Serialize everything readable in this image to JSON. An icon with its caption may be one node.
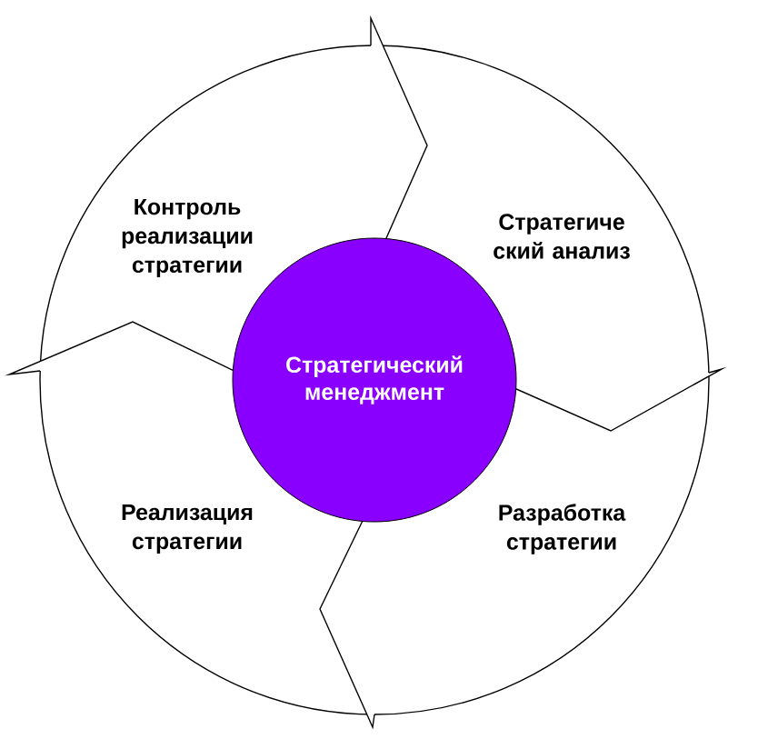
{
  "diagram": {
    "nodes": [
      {
        "text": [
          "Стратегический менеджмент"
        ]
      },
      {
        "text": [
          "Стратегиче ский анализ"
        ]
      },
      {
        "text": [
          "Разработка стратегии"
        ]
      },
      {
        "text": [
          "Реализация стратегии"
        ]
      },
      {
        "text": [
          "Контроль реализации стратегии"
        ]
      }
    ]
  }
}
